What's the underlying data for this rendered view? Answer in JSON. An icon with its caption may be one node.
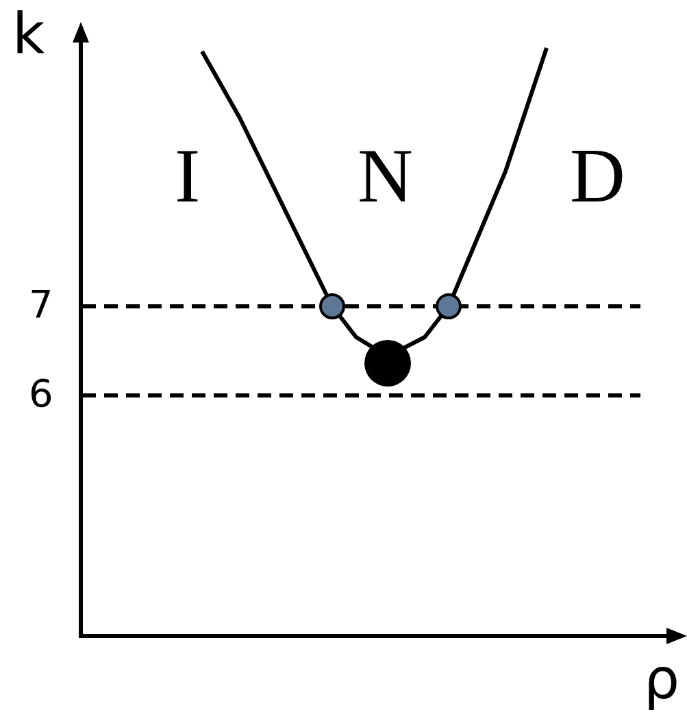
{
  "diagram": {
    "labels": [
      "k",
      "I",
      "N",
      "D",
      "7",
      "6",
      "ρ"
    ]
  }
}
